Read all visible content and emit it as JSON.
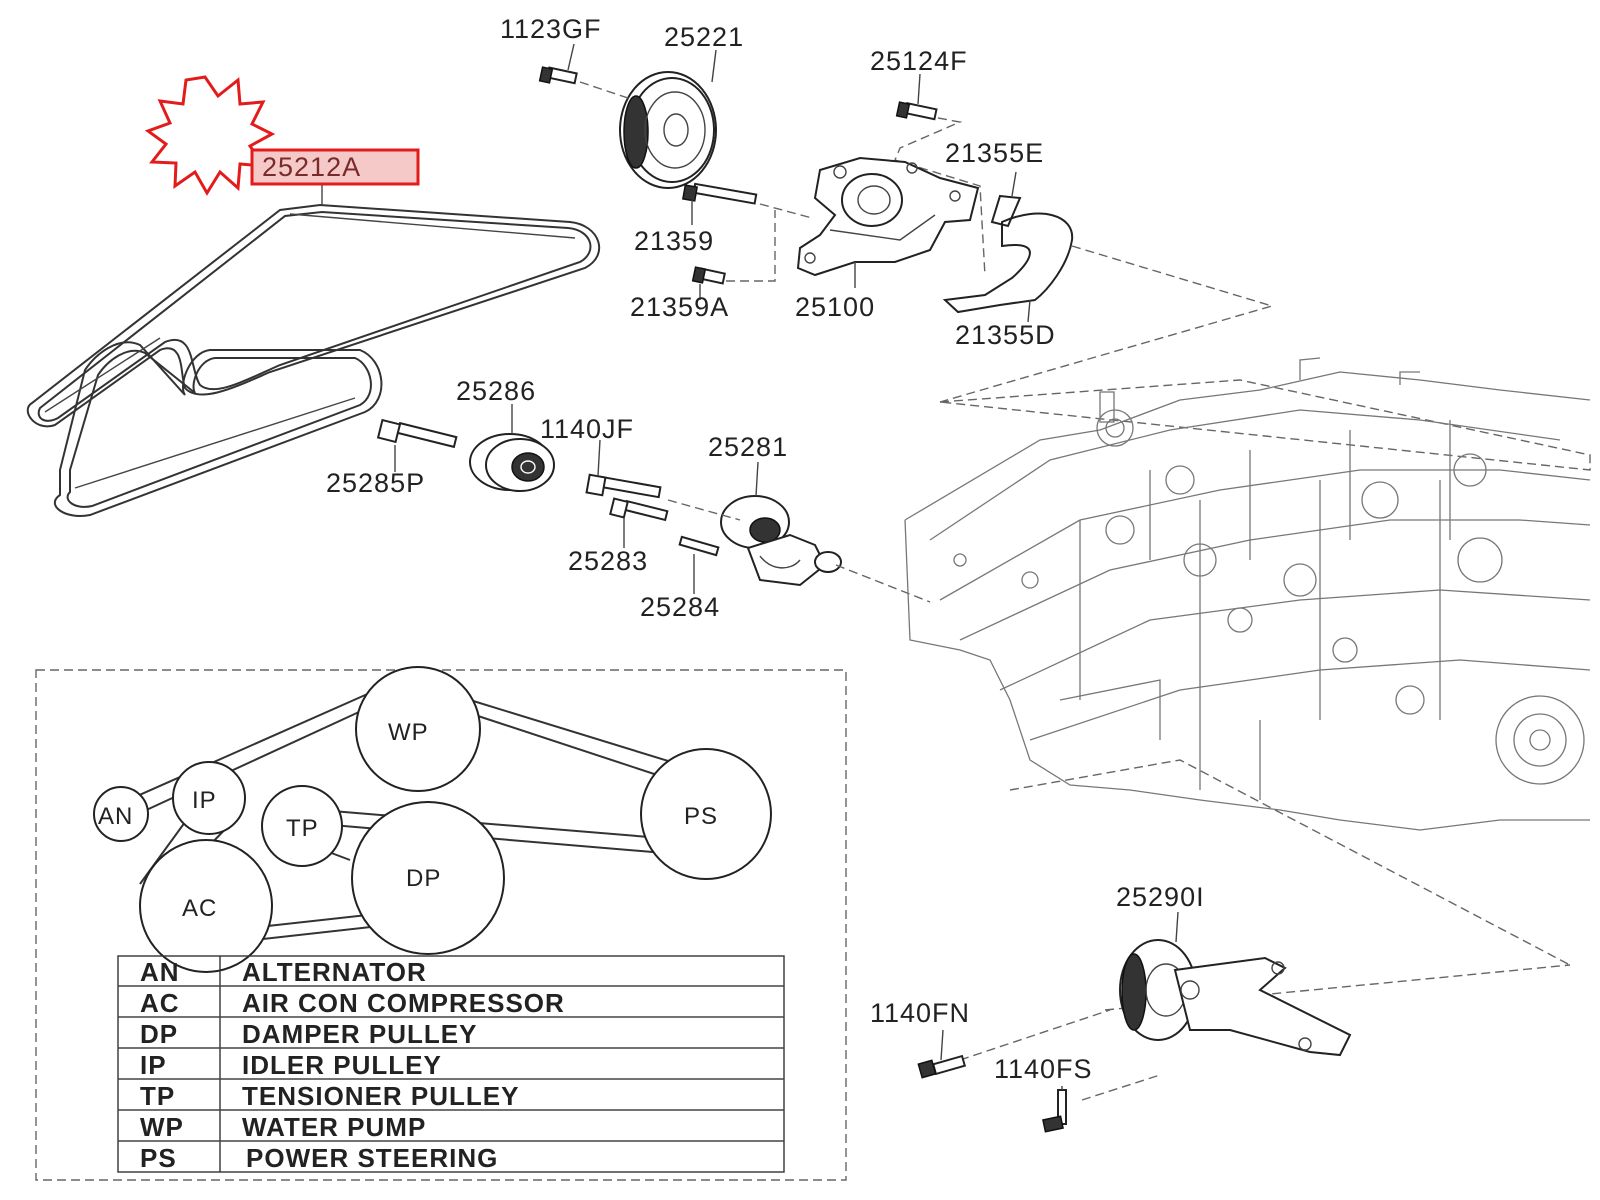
{
  "highlight": {
    "part": "25212A",
    "color": "#e31b1b",
    "icon": "starburst-icon"
  },
  "callouts": {
    "c_1123GF": "1123GF",
    "c_25221": "25221",
    "c_25124F": "25124F",
    "c_21355E": "21355E",
    "c_21359": "21359",
    "c_21359A": "21359A",
    "c_25100": "25100",
    "c_21355D": "21355D",
    "c_25286": "25286",
    "c_1140JF": "1140JF",
    "c_25281": "25281",
    "c_25285P": "25285P",
    "c_25283": "25283",
    "c_25284": "25284",
    "c_25290I": "25290I",
    "c_1140FN": "1140FN",
    "c_1140FS": "1140FS"
  },
  "belt_routing": {
    "pulleys": {
      "wp": "WP",
      "ip": "IP",
      "an": "AN",
      "ps": "PS",
      "tp": "TP",
      "dp": "DP",
      "ac": "AC"
    }
  },
  "legend": [
    {
      "code": "AN",
      "name": "ALTERNATOR"
    },
    {
      "code": "AC",
      "name": "AIR CON COMPRESSOR"
    },
    {
      "code": "DP",
      "name": "DAMPER PULLEY"
    },
    {
      "code": "IP",
      "name": "IDLER PULLEY"
    },
    {
      "code": "TP",
      "name": "TENSIONER PULLEY"
    },
    {
      "code": "WP",
      "name": "WATER PUMP"
    },
    {
      "code": "PS",
      "name": "POWER STEERING"
    }
  ]
}
